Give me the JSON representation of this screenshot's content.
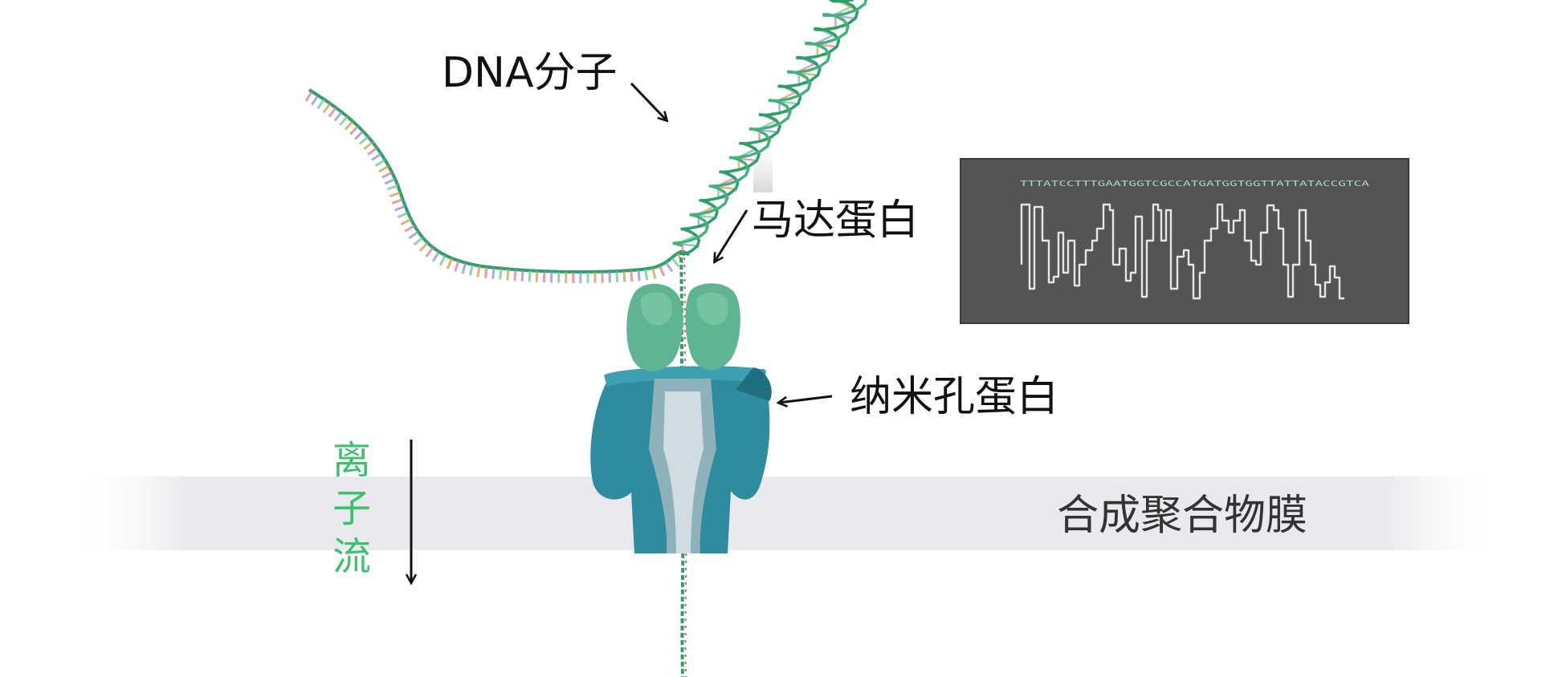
{
  "labels": {
    "dna_molecule": "DNA分子",
    "motor_protein": "马达蛋白",
    "nanopore_protein": "纳米孔蛋白",
    "membrane": "合成聚合物膜",
    "ion_flow": [
      "离",
      "子",
      "流"
    ]
  },
  "signal_panel": {
    "sequence": "TTTATCCTTTGAATGGTCGCCATGATGGTGGTTATTATACCGTCA"
  },
  "colors": {
    "dna_backbone": "#2e9e6a",
    "motor_protein": "#5fb592",
    "nanopore": "#2f8b9e",
    "membrane": "#e9ebee",
    "ion_flow_text": "#3fbf6f",
    "signal_panel_bg": "#545454",
    "signal_trace": "#e6e6e6"
  }
}
